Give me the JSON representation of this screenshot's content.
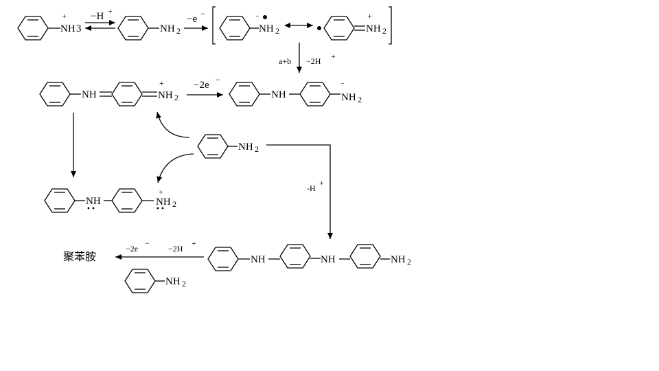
{
  "molecules": {
    "anilinium": {
      "amine": "NH",
      "sub": "3",
      "charge": "+"
    },
    "aniline_1": {
      "amine": "NH",
      "sub": "2"
    },
    "radical_cation_a": {
      "amine": "NH",
      "sub": "2",
      "mark": "¨"
    },
    "radical_cation_b": {
      "amine": "NH",
      "sub": "2",
      "charge": "+"
    },
    "dimer_cation": {
      "bridge": "NH",
      "amine": "NH",
      "sub": "2",
      "charge": "+"
    },
    "dimer_neutral": {
      "bridge": "NH",
      "amine": "NH",
      "sub": "2",
      "mark": "¨"
    },
    "aniline_center": {
      "amine": "NH",
      "sub": "2"
    },
    "dimer_dotted": {
      "bridge": "NH",
      "amine": "NH",
      "sub": "2",
      "charge": "+"
    },
    "trimer": {
      "bridge1": "NH",
      "bridge2": "NH",
      "amine": "NH",
      "sub": "2"
    },
    "aniline_bottom": {
      "amine": "NH",
      "sub": "2"
    }
  },
  "arrows": {
    "minus_h": "−H",
    "minus_h_sup": "+",
    "minus_e": "−e",
    "minus_e_sup": "−",
    "ab": "a+b",
    "minus_2h": "−2H",
    "minus_2h_sup": "+",
    "minus_2e": "−2e",
    "minus_2e_sup": "−",
    "hyphen_h": "-H",
    "hyphen_h_sup": "+",
    "final_2e": "−2e",
    "final_2e_sup": "−",
    "final_2h": "−2H",
    "final_2h_sup": "+"
  },
  "product": {
    "label": "聚苯胺"
  }
}
